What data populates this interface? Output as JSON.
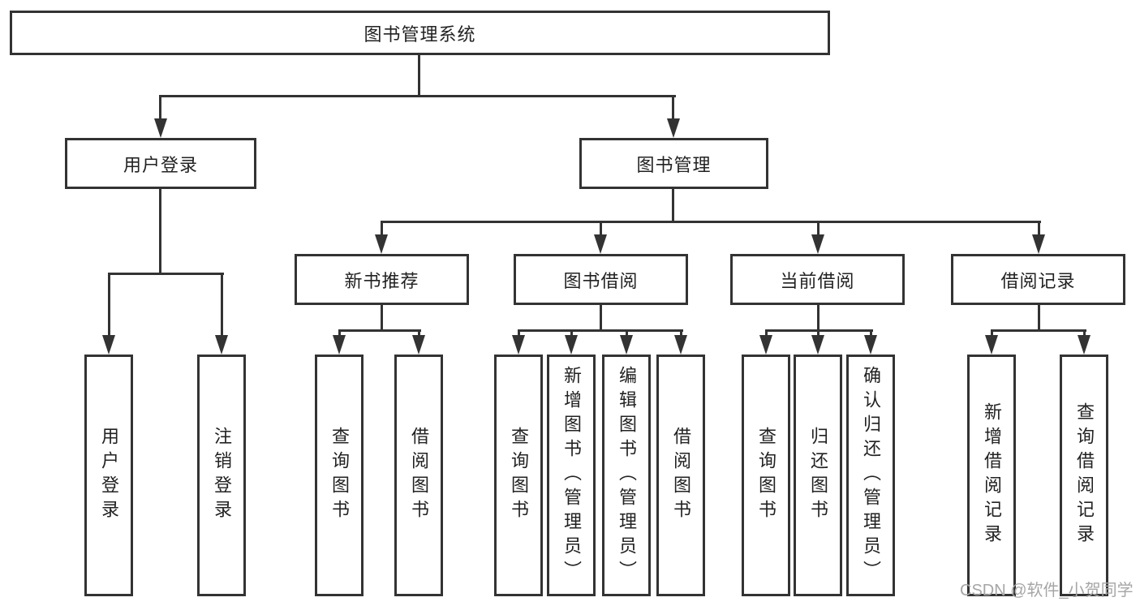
{
  "diagram": {
    "root": {
      "label": "图书管理系统"
    },
    "branches": [
      {
        "label": "用户登录",
        "children": [
          {
            "label": "用户登录"
          },
          {
            "label": "注销登录"
          }
        ]
      },
      {
        "label": "图书管理",
        "children": [
          {
            "label": "新书推荐",
            "children": [
              {
                "label": "查询图书"
              },
              {
                "label": "借阅图书"
              }
            ]
          },
          {
            "label": "图书借阅",
            "children": [
              {
                "label": "查询图书"
              },
              {
                "label": "新增图书（管理员）"
              },
              {
                "label": "编辑图书（管理员）"
              },
              {
                "label": "借阅图书"
              }
            ]
          },
          {
            "label": "当前借阅",
            "children": [
              {
                "label": "查询图书"
              },
              {
                "label": "归还图书"
              },
              {
                "label": "确认归还（管理员）"
              }
            ]
          },
          {
            "label": "借阅记录",
            "children": [
              {
                "label": "新增借阅记录"
              },
              {
                "label": "查询借阅记录"
              }
            ]
          }
        ]
      }
    ]
  },
  "watermark": {
    "text": "CSDN @软件_小贺同学"
  },
  "colors": {
    "line": "#333333",
    "box_border": "#333333",
    "text": "#222222",
    "background": "#ffffff",
    "watermark": "#a6a6a6"
  }
}
